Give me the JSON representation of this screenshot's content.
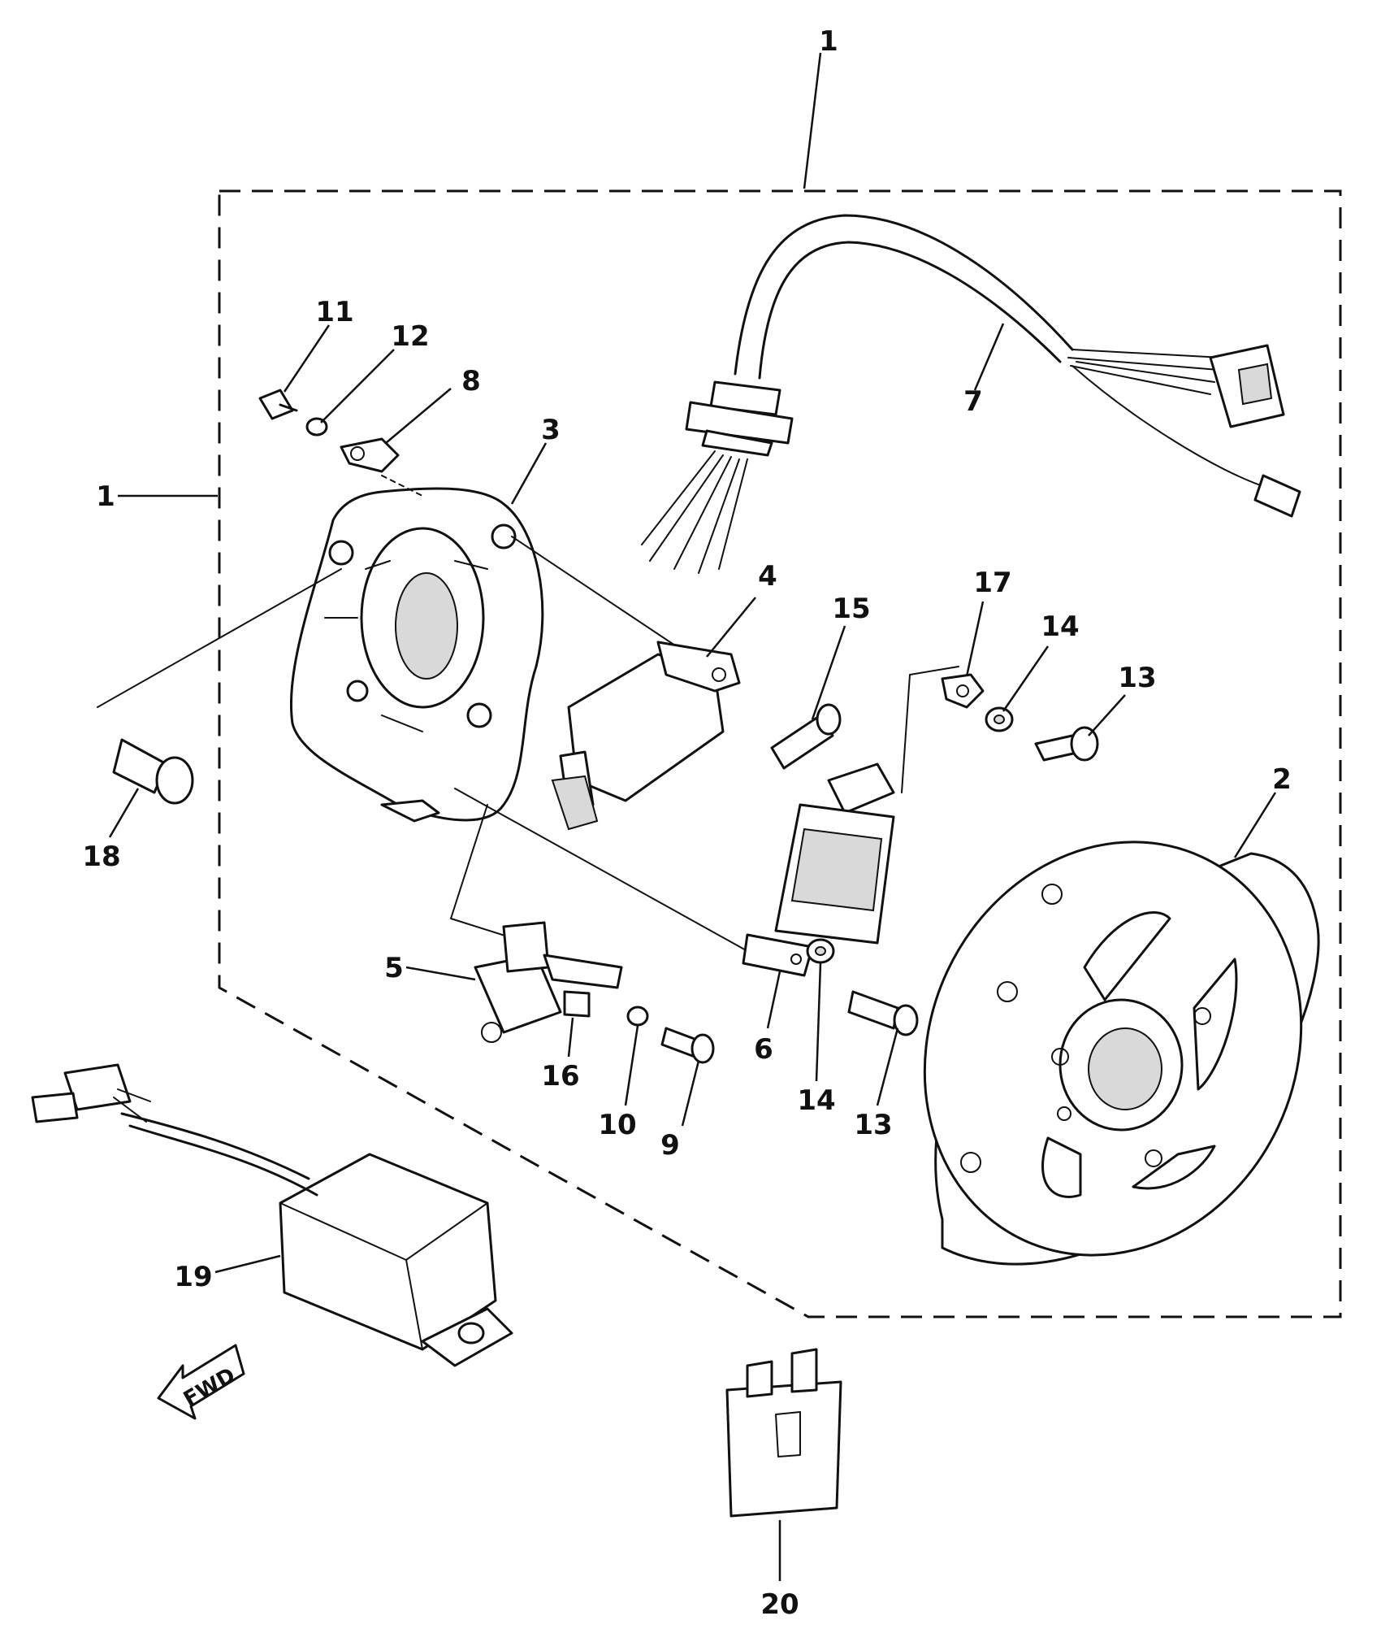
{
  "labels": {
    "p1_top": "1",
    "p1_left": "1",
    "p2": "2",
    "p3": "3",
    "p4": "4",
    "p5": "5",
    "p6": "6",
    "p7": "7",
    "p8": "8",
    "p9": "9",
    "p10": "10",
    "p11": "11",
    "p12": "12",
    "p13a": "13",
    "p13b": "13",
    "p14a": "14",
    "p14b": "14",
    "p15": "15",
    "p16": "16",
    "p17": "17",
    "p18": "18",
    "p19": "19",
    "p20": "20"
  },
  "fwd_arrow": {
    "text": "FWD"
  }
}
